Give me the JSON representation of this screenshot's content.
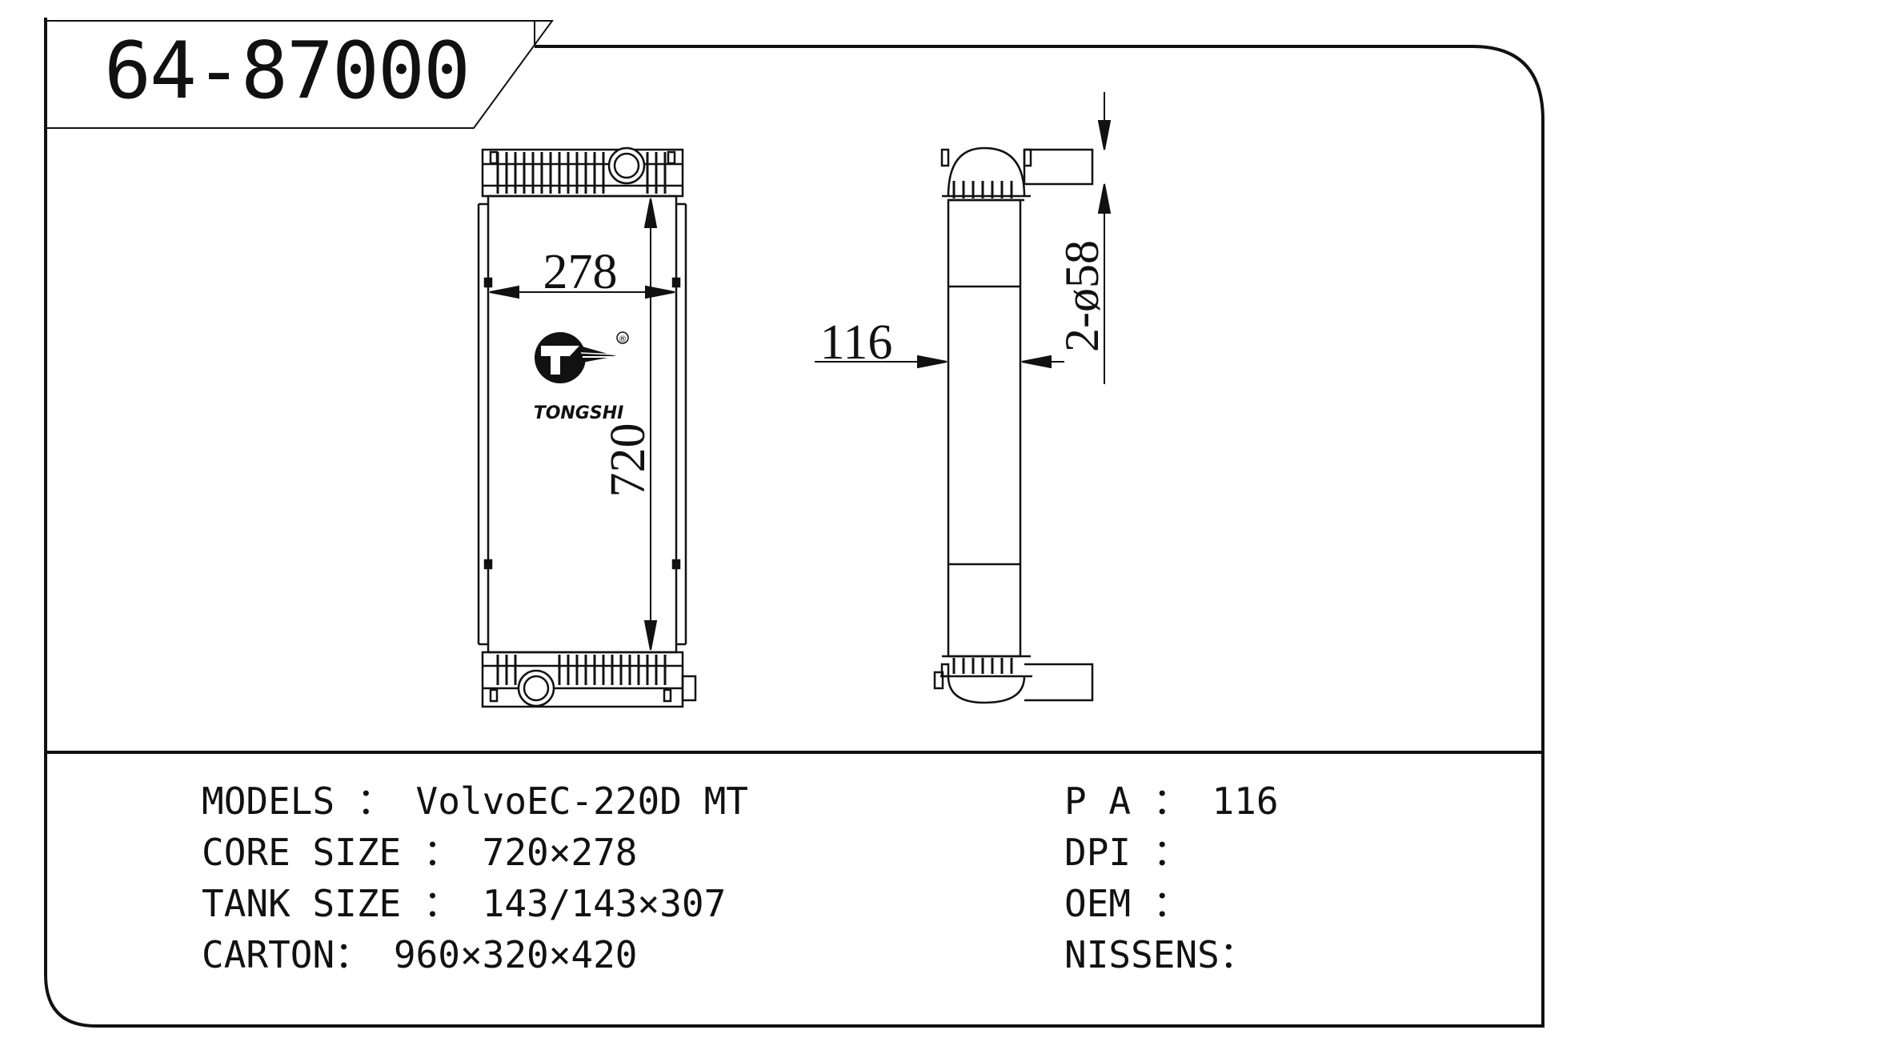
{
  "part_number": "64-87000",
  "brand": {
    "name": "TONGSHI",
    "mark": "®"
  },
  "dimensions": {
    "core_width": "278",
    "core_height": "720",
    "core_depth": "116",
    "pipe_spec": "2-ø58"
  },
  "specs": {
    "models": "MODELS ： VolvoEC-220D MT",
    "core_size": "CORE SIZE ： 720×278",
    "tank_size": "TANK SIZE ： 143/143×307",
    "carton": "CARTON： 960×320×420",
    "pa": "P A ： 116",
    "dpi": "DPI ：",
    "oem": "OEM ：",
    "nissens": "NISSENS："
  },
  "colors": {
    "line": "#111111",
    "background": "#ffffff"
  }
}
